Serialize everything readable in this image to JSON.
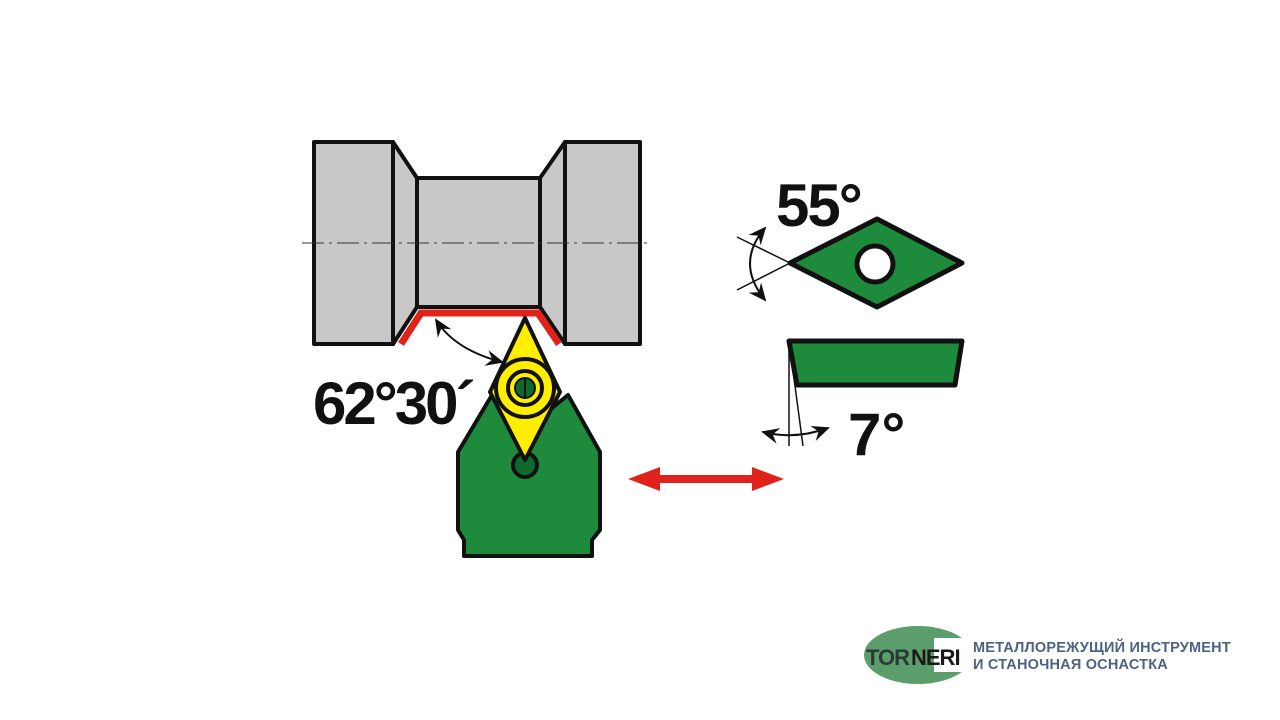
{
  "labels": {
    "holder_angle": "62°30´",
    "insert_angle": "55°",
    "clearance_angle": "7°"
  },
  "logo": {
    "brand": "TORNERI",
    "line1": "МЕТАЛЛОРЕЖУЩИЙ ИНСТРУМЕНТ",
    "line2": "И СТАНОЧНАЯ ОСНАСТКА"
  },
  "colors": {
    "workpiece": "#c8c8c8",
    "holder": "#1e8a3c",
    "insert_yellow": "#ffee00",
    "cut_red": "#e0231a",
    "logo_green": "#5b9e6c",
    "logo_text": "#4a6283"
  }
}
